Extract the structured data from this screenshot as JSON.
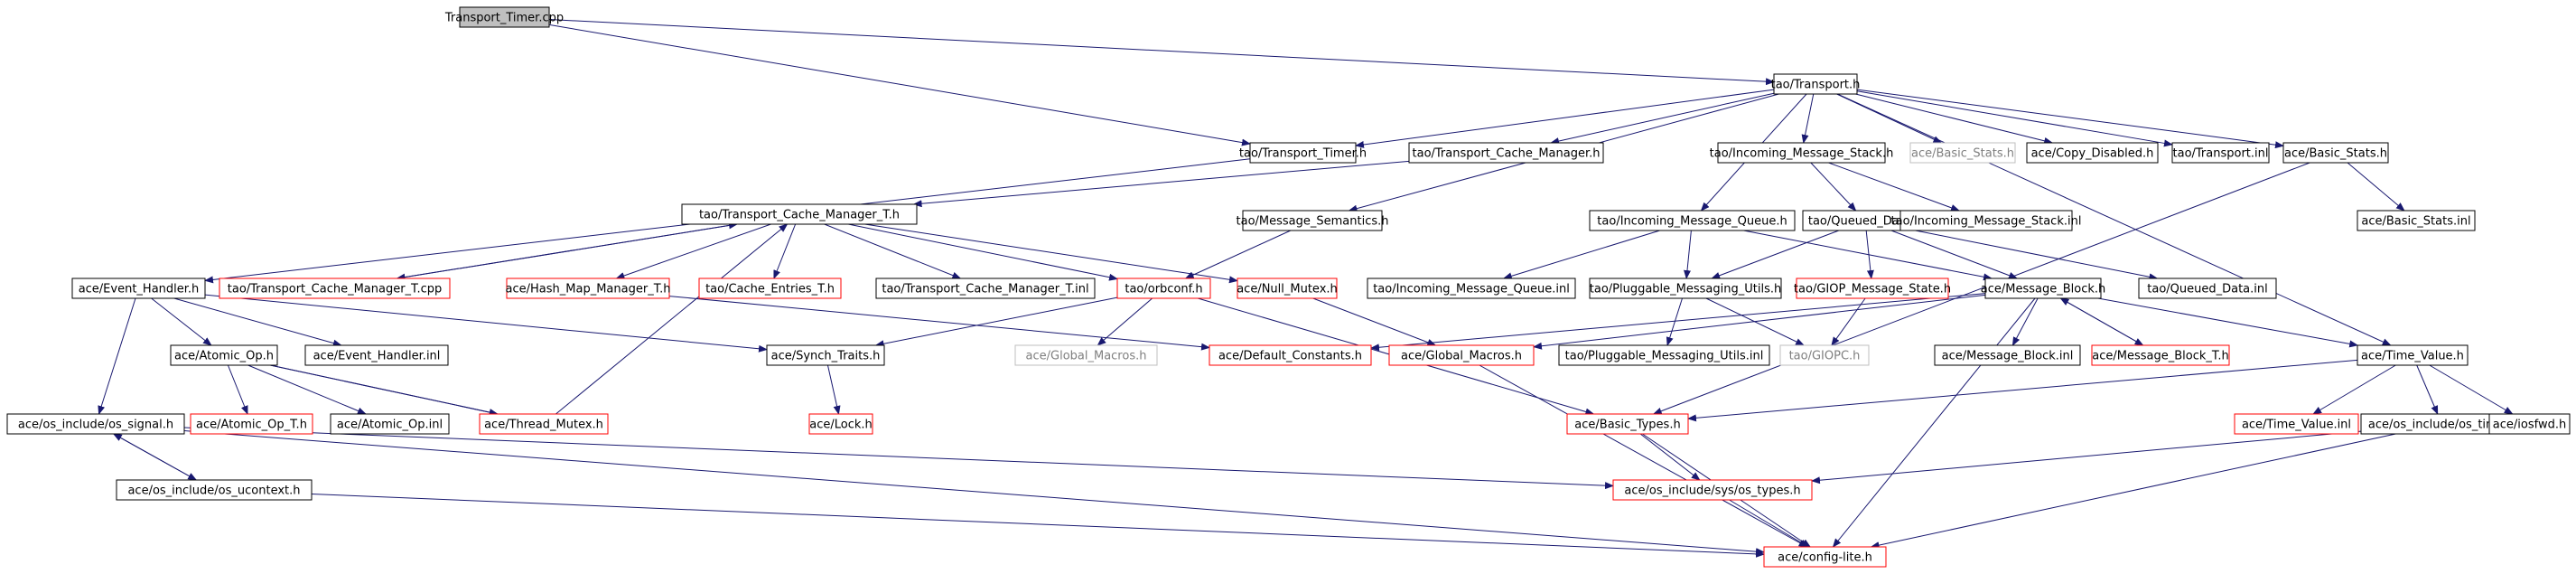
{
  "diagram": {
    "nodes": [
      {
        "id": "root",
        "label": "Transport_Timer.cpp",
        "style": "root"
      },
      {
        "id": "transport_h",
        "label": "tao/Transport.h",
        "style": "black"
      },
      {
        "id": "transport_timer_h",
        "label": "tao/Transport_Timer.h",
        "style": "black"
      },
      {
        "id": "tcm_h",
        "label": "tao/Transport_Cache_Manager.h",
        "style": "black"
      },
      {
        "id": "ims_h",
        "label": "tao/Incoming_Message_Stack.h",
        "style": "black"
      },
      {
        "id": "basic_stats_grey",
        "label": "ace/Basic_Stats.h",
        "style": "grey"
      },
      {
        "id": "copy_disabled_h",
        "label": "ace/Copy_Disabled.h",
        "style": "black"
      },
      {
        "id": "transport_inl",
        "label": "tao/Transport.inl",
        "style": "black"
      },
      {
        "id": "basic_stats_h",
        "label": "ace/Basic_Stats.h",
        "style": "black"
      },
      {
        "id": "tcm_t_h",
        "label": "tao/Transport_Cache_Manager_T.h",
        "style": "black"
      },
      {
        "id": "message_semantics_h",
        "label": "tao/Message_Semantics.h",
        "style": "black"
      },
      {
        "id": "imq_h",
        "label": "tao/Incoming_Message_Queue.h",
        "style": "black"
      },
      {
        "id": "queued_data_h",
        "label": "tao/Queued_Data.h",
        "style": "black"
      },
      {
        "id": "ims_inl",
        "label": "tao/Incoming_Message_Stack.inl",
        "style": "black"
      },
      {
        "id": "basic_stats_inl",
        "label": "ace/Basic_Stats.inl",
        "style": "black"
      },
      {
        "id": "event_handler_h",
        "label": "ace/Event_Handler.h",
        "style": "black"
      },
      {
        "id": "tcm_t_cpp",
        "label": "tao/Transport_Cache_Manager_T.cpp",
        "style": "red"
      },
      {
        "id": "hash_map_manager_t_h",
        "label": "ace/Hash_Map_Manager_T.h",
        "style": "red"
      },
      {
        "id": "cache_entries_t_h",
        "label": "tao/Cache_Entries_T.h",
        "style": "red"
      },
      {
        "id": "tcm_t_inl",
        "label": "tao/Transport_Cache_Manager_T.inl",
        "style": "black"
      },
      {
        "id": "orbconf_h",
        "label": "tao/orbconf.h",
        "style": "red"
      },
      {
        "id": "null_mutex_h",
        "label": "ace/Null_Mutex.h",
        "style": "red"
      },
      {
        "id": "imq_inl",
        "label": "tao/Incoming_Message_Queue.inl",
        "style": "black"
      },
      {
        "id": "pmu_h",
        "label": "tao/Pluggable_Messaging_Utils.h",
        "style": "black"
      },
      {
        "id": "giop_message_state_h",
        "label": "tao/GIOP_Message_State.h",
        "style": "red"
      },
      {
        "id": "message_block_h",
        "label": "ace/Message_Block.h",
        "style": "black"
      },
      {
        "id": "queued_data_inl",
        "label": "tao/Queued_Data.inl",
        "style": "black"
      },
      {
        "id": "atomic_op_h",
        "label": "ace/Atomic_Op.h",
        "style": "black"
      },
      {
        "id": "event_handler_inl",
        "label": "ace/Event_Handler.inl",
        "style": "black"
      },
      {
        "id": "synch_traits_h",
        "label": "ace/Synch_Traits.h",
        "style": "black"
      },
      {
        "id": "global_macros_grey",
        "label": "ace/Global_Macros.h",
        "style": "grey"
      },
      {
        "id": "default_constants_h",
        "label": "ace/Default_Constants.h",
        "style": "red"
      },
      {
        "id": "global_macros_h",
        "label": "ace/Global_Macros.h",
        "style": "red"
      },
      {
        "id": "pmu_inl",
        "label": "tao/Pluggable_Messaging_Utils.inl",
        "style": "black"
      },
      {
        "id": "giopc_h",
        "label": "tao/GIOPC.h",
        "style": "grey"
      },
      {
        "id": "message_block_inl",
        "label": "ace/Message_Block.inl",
        "style": "black"
      },
      {
        "id": "message_block_t_h",
        "label": "ace/Message_Block_T.h",
        "style": "red"
      },
      {
        "id": "time_value_h",
        "label": "ace/Time_Value.h",
        "style": "black"
      },
      {
        "id": "os_signal_h",
        "label": "ace/os_include/os_signal.h",
        "style": "black"
      },
      {
        "id": "atomic_op_t_h",
        "label": "ace/Atomic_Op_T.h",
        "style": "red"
      },
      {
        "id": "atomic_op_inl",
        "label": "ace/Atomic_Op.inl",
        "style": "black"
      },
      {
        "id": "thread_mutex_h",
        "label": "ace/Thread_Mutex.h",
        "style": "red"
      },
      {
        "id": "lock_h",
        "label": "ace/Lock.h",
        "style": "red"
      },
      {
        "id": "basic_types_h",
        "label": "ace/Basic_Types.h",
        "style": "red"
      },
      {
        "id": "time_value_inl",
        "label": "ace/Time_Value.inl",
        "style": "red"
      },
      {
        "id": "os_time_h",
        "label": "ace/os_include/os_time.h",
        "style": "black"
      },
      {
        "id": "iosfwd_h",
        "label": "ace/iosfwd.h",
        "style": "black"
      },
      {
        "id": "os_ucontext_h",
        "label": "ace/os_include/os_ucontext.h",
        "style": "black"
      },
      {
        "id": "os_types_h",
        "label": "ace/os_include/sys/os_types.h",
        "style": "red"
      },
      {
        "id": "config_lite_h",
        "label": "ace/config-lite.h",
        "style": "red"
      }
    ],
    "edges": [
      [
        "root",
        "transport_h"
      ],
      [
        "root",
        "transport_timer_h"
      ],
      [
        "transport_h",
        "transport_timer_h"
      ],
      [
        "transport_h",
        "tcm_h"
      ],
      [
        "transport_h",
        "ims_h"
      ],
      [
        "transport_h",
        "basic_stats_grey"
      ],
      [
        "transport_h",
        "copy_disabled_h"
      ],
      [
        "transport_h",
        "transport_inl"
      ],
      [
        "transport_h",
        "basic_stats_h"
      ],
      [
        "transport_h",
        "message_semantics_h"
      ],
      [
        "transport_h",
        "imq_h"
      ],
      [
        "transport_h",
        "time_value_h"
      ],
      [
        "transport_timer_h",
        "event_handler_h"
      ],
      [
        "tcm_h",
        "tcm_t_h"
      ],
      [
        "ims_h",
        "queued_data_h"
      ],
      [
        "ims_h",
        "ims_inl"
      ],
      [
        "basic_stats_h",
        "basic_stats_inl"
      ],
      [
        "basic_stats_h",
        "basic_types_h"
      ],
      [
        "tcm_t_h",
        "tcm_t_cpp"
      ],
      [
        "tcm_t_h",
        "hash_map_manager_t_h"
      ],
      [
        "tcm_t_h",
        "cache_entries_t_h"
      ],
      [
        "tcm_t_h",
        "tcm_t_inl"
      ],
      [
        "tcm_t_h",
        "orbconf_h"
      ],
      [
        "tcm_t_h",
        "null_mutex_h"
      ],
      [
        "tcm_t_cpp",
        "tcm_t_h"
      ],
      [
        "thread_mutex_h",
        "tcm_t_h"
      ],
      [
        "message_semantics_h",
        "orbconf_h"
      ],
      [
        "imq_h",
        "imq_inl"
      ],
      [
        "imq_h",
        "pmu_h"
      ],
      [
        "imq_h",
        "message_block_h"
      ],
      [
        "queued_data_h",
        "pmu_h"
      ],
      [
        "queued_data_h",
        "giop_message_state_h"
      ],
      [
        "queued_data_h",
        "message_block_h"
      ],
      [
        "queued_data_h",
        "queued_data_inl"
      ],
      [
        "event_handler_h",
        "atomic_op_h"
      ],
      [
        "event_handler_h",
        "event_handler_inl"
      ],
      [
        "event_handler_h",
        "synch_traits_h"
      ],
      [
        "event_handler_h",
        "os_signal_h"
      ],
      [
        "hash_map_manager_t_h",
        "default_constants_h"
      ],
      [
        "orbconf_h",
        "synch_traits_h"
      ],
      [
        "orbconf_h",
        "global_macros_grey"
      ],
      [
        "orbconf_h",
        "basic_types_h"
      ],
      [
        "null_mutex_h",
        "global_macros_h"
      ],
      [
        "pmu_h",
        "pmu_inl"
      ],
      [
        "pmu_h",
        "giopc_h"
      ],
      [
        "giop_message_state_h",
        "giopc_h"
      ],
      [
        "message_block_h",
        "default_constants_h"
      ],
      [
        "message_block_h",
        "global_macros_h"
      ],
      [
        "message_block_h",
        "message_block_inl"
      ],
      [
        "message_block_h",
        "message_block_t_h"
      ],
      [
        "message_block_h",
        "time_value_h"
      ],
      [
        "message_block_h",
        "config_lite_h"
      ],
      [
        "message_block_t_h",
        "message_block_h"
      ],
      [
        "atomic_op_h",
        "atomic_op_t_h"
      ],
      [
        "atomic_op_h",
        "atomic_op_inl"
      ],
      [
        "atomic_op_h",
        "thread_mutex_h"
      ],
      [
        "synch_traits_h",
        "lock_h"
      ],
      [
        "global_macros_h",
        "config_lite_h"
      ],
      [
        "time_value_h",
        "basic_types_h"
      ],
      [
        "time_value_h",
        "time_value_inl"
      ],
      [
        "time_value_h",
        "os_time_h"
      ],
      [
        "time_value_h",
        "iosfwd_h"
      ],
      [
        "os_signal_h",
        "os_ucontext_h"
      ],
      [
        "os_signal_h",
        "os_types_h"
      ],
      [
        "os_signal_h",
        "config_lite_h"
      ],
      [
        "os_ucontext_h",
        "os_signal_h"
      ],
      [
        "os_ucontext_h",
        "config_lite_h"
      ],
      [
        "basic_types_h",
        "os_types_h"
      ],
      [
        "basic_types_h",
        "config_lite_h"
      ],
      [
        "os_time_h",
        "os_types_h"
      ],
      [
        "os_time_h",
        "config_lite_h"
      ],
      [
        "os_types_h",
        "config_lite_h"
      ],
      [
        "atomic_op_h",
        "thread_mutex_h"
      ]
    ],
    "colors": {
      "edge": "#191970",
      "border_black": "#000000",
      "border_red": "#ff0000",
      "border_grey": "#bfbfbf",
      "text": "#000000",
      "text_grey": "#7f7f7f",
      "root_fill": "#bfbfbf"
    }
  }
}
